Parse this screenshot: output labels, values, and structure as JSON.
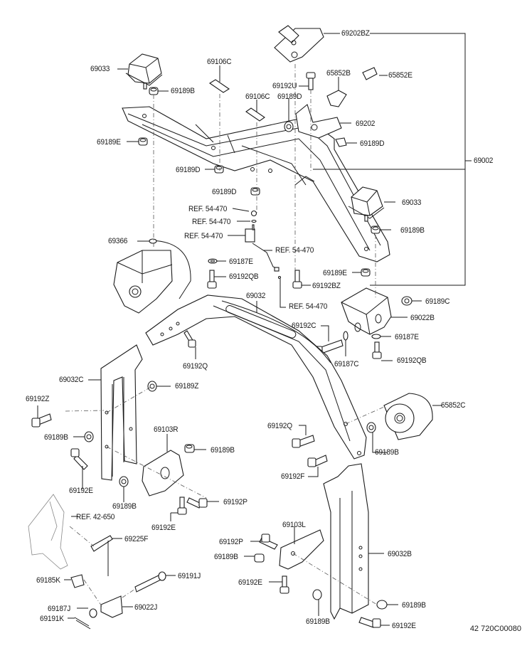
{
  "diagram": {
    "title": "Frame / Engine mount parts diagram",
    "drawing_code": "42 720C00080",
    "callouts": [
      {
        "id": "69202BZ",
        "label": "69202BZ"
      },
      {
        "id": "69033-top",
        "label": "69033"
      },
      {
        "id": "69189B-top",
        "label": "69189B"
      },
      {
        "id": "69106C-a",
        "label": "69106C"
      },
      {
        "id": "69106C-b",
        "label": "69106C"
      },
      {
        "id": "69192U",
        "label": "69192U"
      },
      {
        "id": "69189D-a",
        "label": "69189D"
      },
      {
        "id": "65852B",
        "label": "65852B"
      },
      {
        "id": "65852E",
        "label": "65852E"
      },
      {
        "id": "69202",
        "label": "69202"
      },
      {
        "id": "69189D-b",
        "label": "69189D"
      },
      {
        "id": "69189E-a",
        "label": "69189E"
      },
      {
        "id": "69002",
        "label": "69002"
      },
      {
        "id": "69189D-c",
        "label": "69189D"
      },
      {
        "id": "69189D-d",
        "label": "69189D"
      },
      {
        "id": "69033-right",
        "label": "69033"
      },
      {
        "id": "ref-54-470-a",
        "label": "REF. 54-470"
      },
      {
        "id": "ref-54-470-b",
        "label": "REF. 54-470"
      },
      {
        "id": "ref-54-470-c",
        "label": "REF. 54-470"
      },
      {
        "id": "69189B-right",
        "label": "69189B"
      },
      {
        "id": "69366",
        "label": "69366"
      },
      {
        "id": "ref-54-470-d",
        "label": "REF. 54-470"
      },
      {
        "id": "69187E-a",
        "label": "69187E"
      },
      {
        "id": "69192QB-a",
        "label": "69192QB"
      },
      {
        "id": "69189E-b",
        "label": "69189E"
      },
      {
        "id": "69192BZ",
        "label": "69192BZ"
      },
      {
        "id": "69032",
        "label": "69032"
      },
      {
        "id": "ref-54-470-e",
        "label": "REF. 54-470"
      },
      {
        "id": "69189C",
        "label": "69189C"
      },
      {
        "id": "69022B",
        "label": "69022B"
      },
      {
        "id": "69192C",
        "label": "69192C"
      },
      {
        "id": "69187E-b",
        "label": "69187E"
      },
      {
        "id": "69187C",
        "label": "69187C"
      },
      {
        "id": "69192QB-b",
        "label": "69192QB"
      },
      {
        "id": "69192Q-a",
        "label": "69192Q"
      },
      {
        "id": "69032C",
        "label": "69032C"
      },
      {
        "id": "69189Z",
        "label": "69189Z"
      },
      {
        "id": "69192Z",
        "label": "69192Z"
      },
      {
        "id": "65852C",
        "label": "65852C"
      },
      {
        "id": "69189B-a",
        "label": "69189B"
      },
      {
        "id": "69103R",
        "label": "69103R"
      },
      {
        "id": "69192Q-b",
        "label": "69192Q"
      },
      {
        "id": "69189B-b",
        "label": "69189B"
      },
      {
        "id": "69189B-c",
        "label": "69189B"
      },
      {
        "id": "69192E-a",
        "label": "69192E"
      },
      {
        "id": "69192F",
        "label": "69192F"
      },
      {
        "id": "69189B-d",
        "label": "69189B"
      },
      {
        "id": "69192P-a",
        "label": "69192P"
      },
      {
        "id": "ref-42-650",
        "label": "REF. 42-650"
      },
      {
        "id": "69192E-b",
        "label": "69192E"
      },
      {
        "id": "69225F",
        "label": "69225F"
      },
      {
        "id": "69103L",
        "label": "69103L"
      },
      {
        "id": "69192P-b",
        "label": "69192P"
      },
      {
        "id": "69032B",
        "label": "69032B"
      },
      {
        "id": "69189B-e",
        "label": "69189B"
      },
      {
        "id": "69185K",
        "label": "69185K"
      },
      {
        "id": "69191J",
        "label": "69191J"
      },
      {
        "id": "69192E-c",
        "label": "69192E"
      },
      {
        "id": "69187J",
        "label": "69187J"
      },
      {
        "id": "69022J",
        "label": "69022J"
      },
      {
        "id": "69189B-f",
        "label": "69189B"
      },
      {
        "id": "69189B-g",
        "label": "69189B"
      },
      {
        "id": "69191K",
        "label": "69191K"
      },
      {
        "id": "69192E-d",
        "label": "69192E"
      }
    ]
  }
}
